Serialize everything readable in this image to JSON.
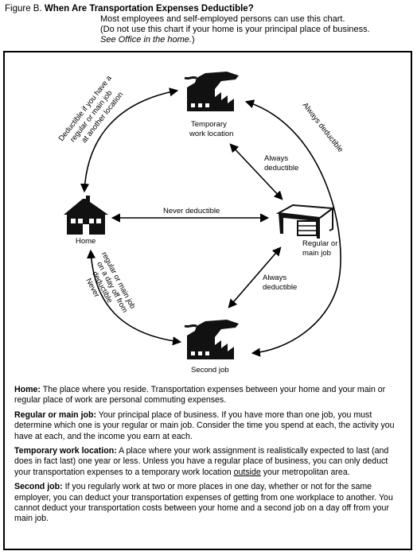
{
  "header": {
    "figure_label": "Figure B.",
    "title": "When Are Transportation Expenses Deductible?",
    "line1": "Most employees and self-employed persons can use this chart.",
    "line2": "(Do not use this chart if your home is your principal place of business.",
    "line3_italic": "See Office in the home.",
    "line3_end": ")"
  },
  "diagram": {
    "nodes": {
      "temporary": "Temporary work location",
      "temporary_l1": "Temporary",
      "temporary_l2": "work location",
      "home": "Home",
      "regular_l1": "Regular or",
      "regular_l2": "main job",
      "second": "Second job"
    },
    "edges": {
      "home_temp_l1": "Deductible if you have a",
      "home_temp_l2": "regular or main job",
      "home_temp_l3": "at another location",
      "temp_regular_l1": "Always",
      "temp_regular_l2": "deductible",
      "right_arc": "Always deductible",
      "home_regular": "Never deductible",
      "regular_second_l1": "Always",
      "regular_second_l2": "deductible",
      "home_second_l1": "Never",
      "home_second_l2": "deductible",
      "home_second_l3": "on a day off from",
      "home_second_l4": "regular or main job"
    }
  },
  "definitions": {
    "home_term": "Home:",
    "home_text": "The place where you reside. Transportation expenses between your home and your main or regular place of work are personal commuting expenses.",
    "regular_term": "Regular or main job:",
    "regular_text": "Your principal place of business. If you have more than one job, you must determine which one is your regular or main job. Consider the time you spend at each, the activity you have at each, and the income you earn at each.",
    "temp_term": "Temporary work location:",
    "temp_text_a": "A place where your work assignment is realistically expected to last (and does in fact last) one year or less. Unless you have a regular place of business, you can only deduct your transportation expenses to a temporary work location",
    "temp_text_u": "outside",
    "temp_text_b": "your metropolitan area.",
    "second_term": "Second job:",
    "second_text": "If you regularly work at two or more places in one day, whether or not for the same employer, you can deduct your transportation expenses of getting from one workplace to another. You cannot deduct your transportation costs between your home and a second job on a day off from your main job."
  }
}
